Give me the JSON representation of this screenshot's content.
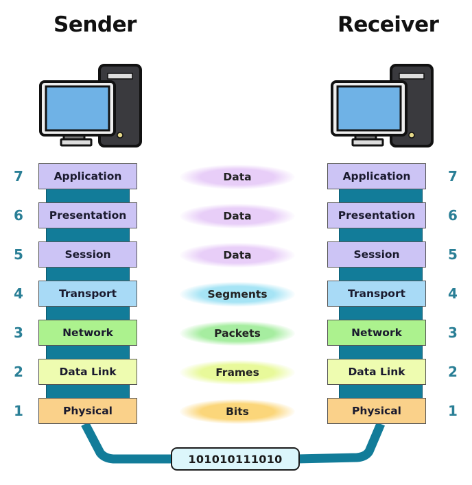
{
  "sender": {
    "title": "Sender",
    "icon": "desktop-computer-icon"
  },
  "receiver": {
    "title": "Receiver",
    "icon": "desktop-computer-icon"
  },
  "layers": [
    {
      "number": "7",
      "name": "Application",
      "pdu": "Data",
      "color": "#ccc4f5",
      "pdu_color": "#e8cef8"
    },
    {
      "number": "6",
      "name": "Presentation",
      "pdu": "Data",
      "color": "#ccc4f5",
      "pdu_color": "#e8cef8"
    },
    {
      "number": "5",
      "name": "Session",
      "pdu": "Data",
      "color": "#ccc4f5",
      "pdu_color": "#e8cef8"
    },
    {
      "number": "4",
      "name": "Transport",
      "pdu": "Segments",
      "color": "#a8daf6",
      "pdu_color": "#a6e4f5"
    },
    {
      "number": "3",
      "name": "Network",
      "pdu": "Packets",
      "color": "#acf28e",
      "pdu_color": "#a6eda0"
    },
    {
      "number": "2",
      "name": "Data Link",
      "pdu": "Frames",
      "color": "#eefcb0",
      "pdu_color": "#e8f99a"
    },
    {
      "number": "1",
      "name": "Physical",
      "pdu": "Bits",
      "color": "#fad18a",
      "pdu_color": "#fbd67a"
    }
  ],
  "transmission": {
    "bits": "101010111010"
  },
  "colors": {
    "stack_connector": "#127c99",
    "cable": "#127c99",
    "layer_number": "#2a7f96"
  }
}
